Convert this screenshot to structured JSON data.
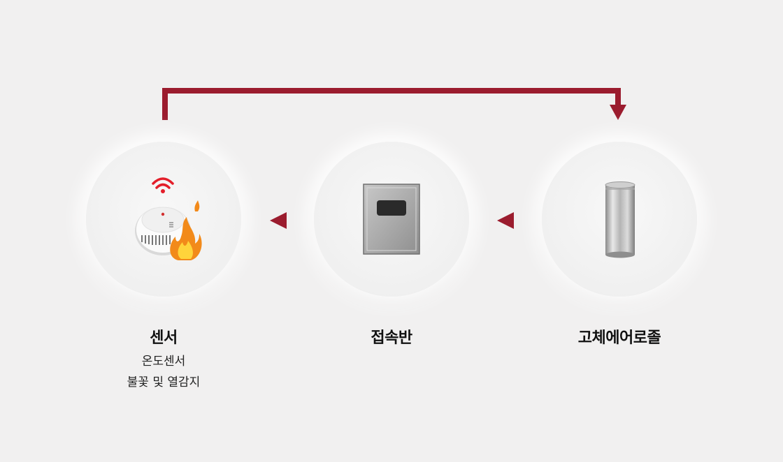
{
  "colors": {
    "accent": "#9b1c2e",
    "background": "#f1f0f0"
  },
  "nodes": [
    {
      "label": "센서",
      "icon": "smoke-detector-fire-icon",
      "sub": [
        "온도센서",
        "불꽃 및 열감지"
      ]
    },
    {
      "label": "접속반",
      "icon": "junction-box-icon",
      "sub": []
    },
    {
      "label": "고체에어로졸",
      "icon": "aerosol-canister-icon",
      "sub": []
    }
  ]
}
